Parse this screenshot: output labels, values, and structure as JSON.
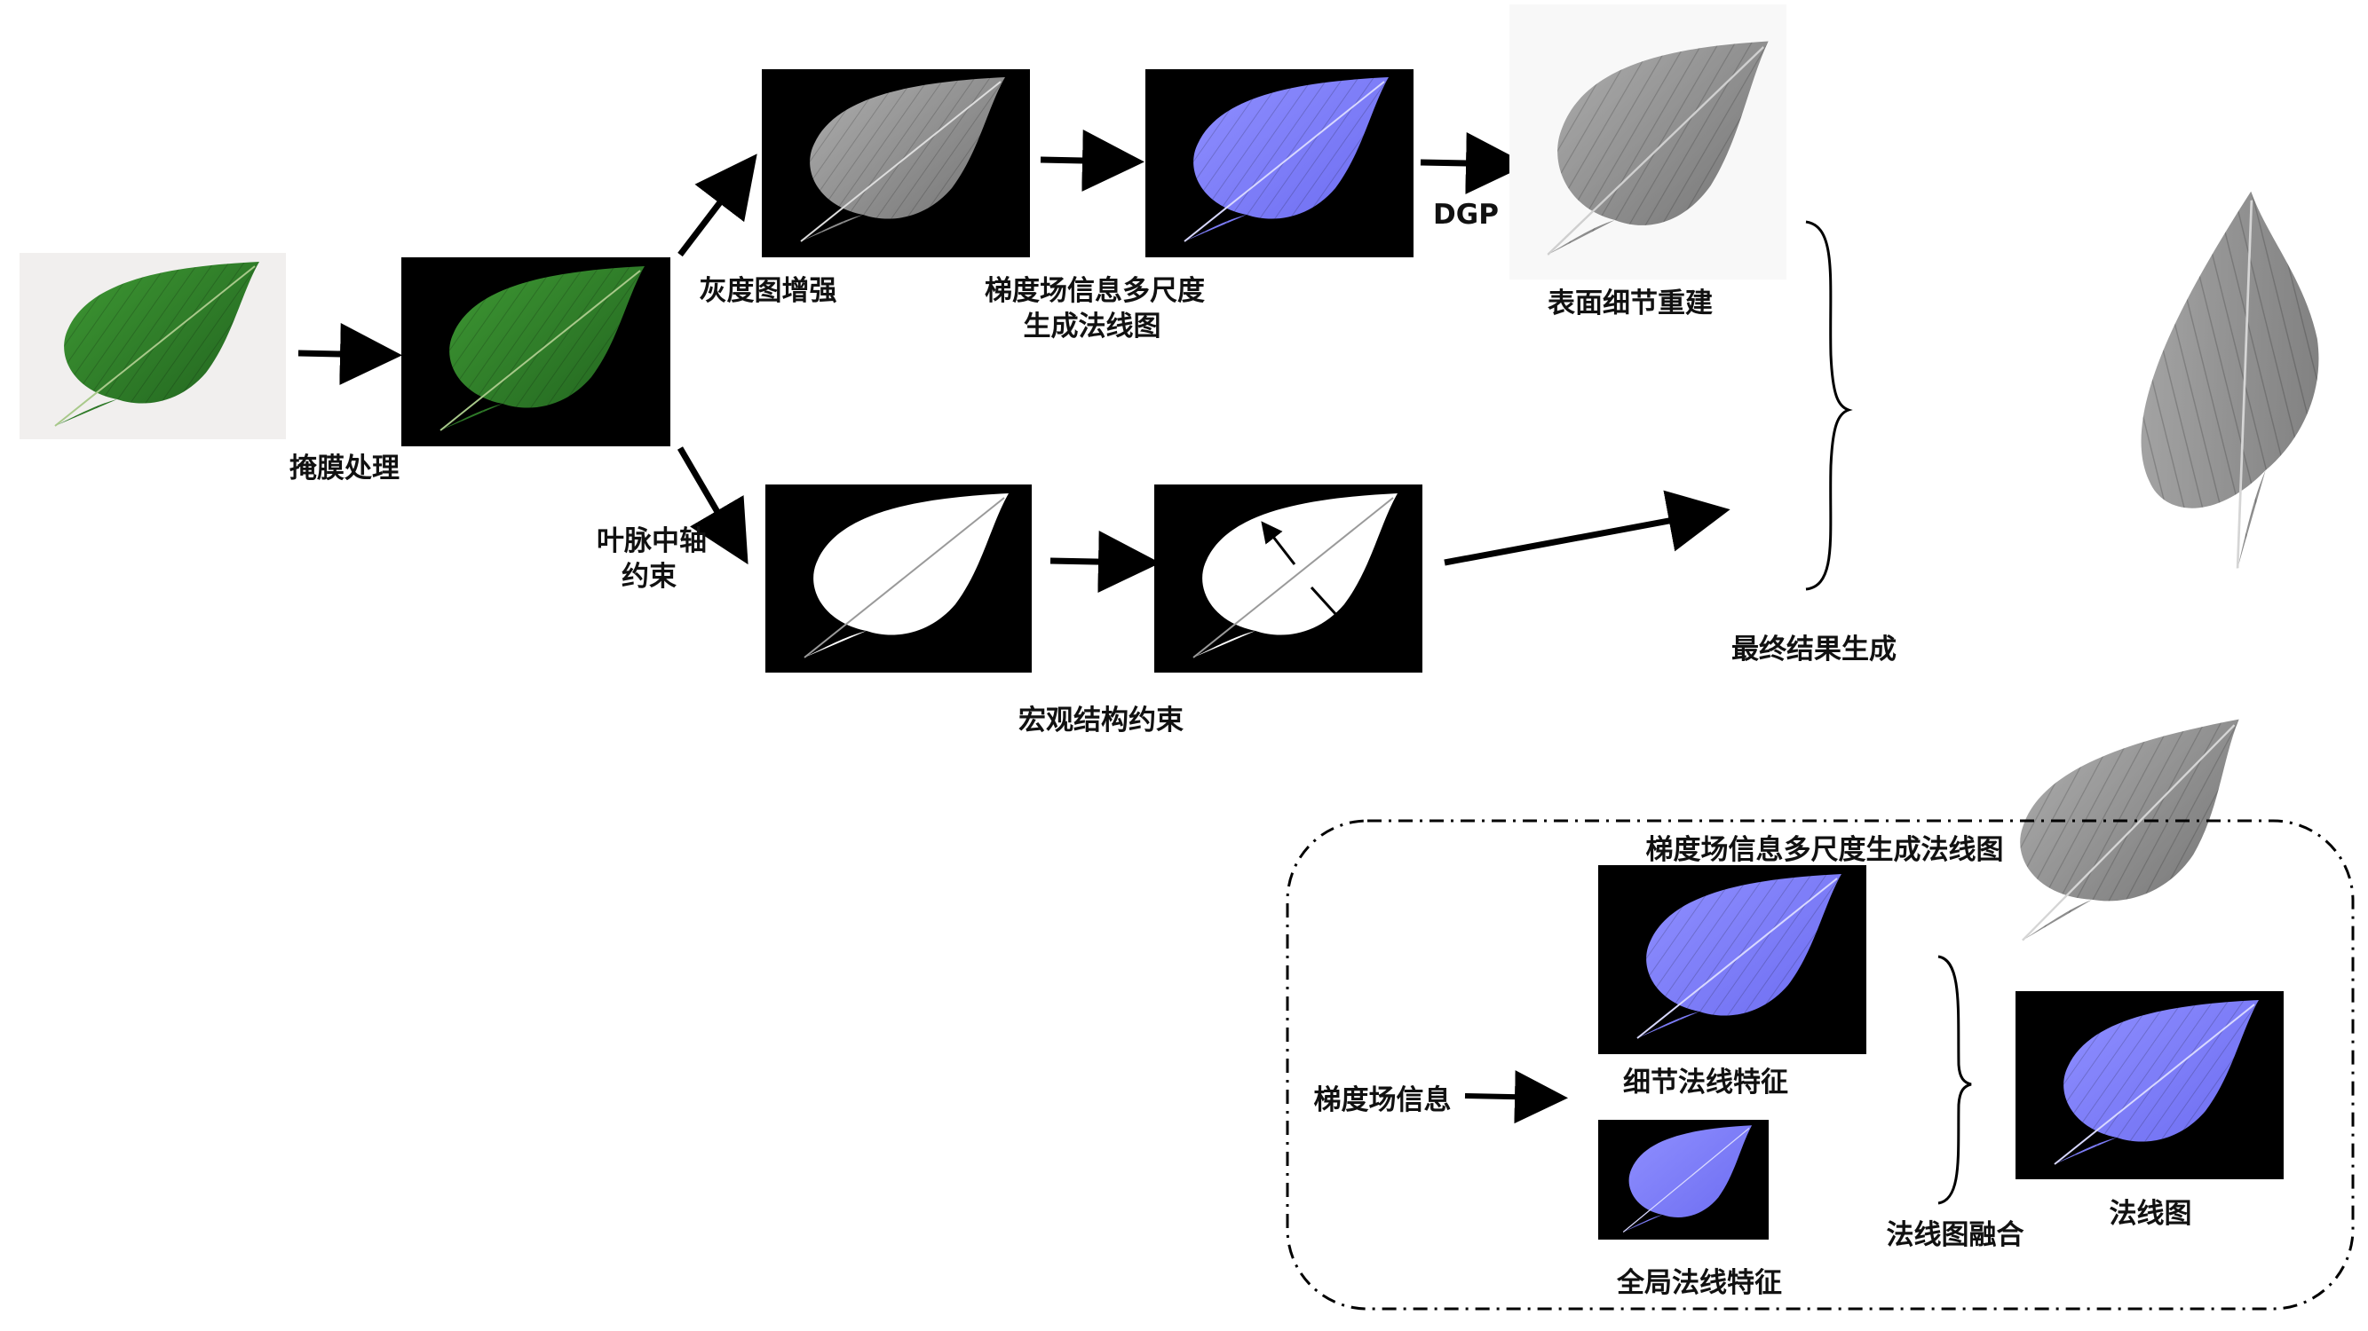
{
  "labels": {
    "mask": "掩膜处理",
    "gray_enhance": "灰度图增强",
    "normal_map_line1": "梯度场信息多尺度",
    "normal_map_line2": "生成法线图",
    "dgp": "DGP",
    "surface_detail": "表面细节重建",
    "vein_line1": "叶脉中轴",
    "vein_line2": "约束",
    "macro": "宏观结构约束",
    "final": "最终结果生成"
  },
  "inset": {
    "title": "梯度场信息多尺度生成法线图",
    "gradient": "梯度场信息",
    "detail_normal": "细节法线特征",
    "global_normal": "全局法线特征",
    "fusion": "法线图融合",
    "normal_map": "法线图"
  },
  "colors": {
    "leaf_green": "#2f7d2a",
    "normal_blue": "#7f7fff",
    "gray_leaf": "#8a8a8a",
    "arrow": "#000000"
  }
}
